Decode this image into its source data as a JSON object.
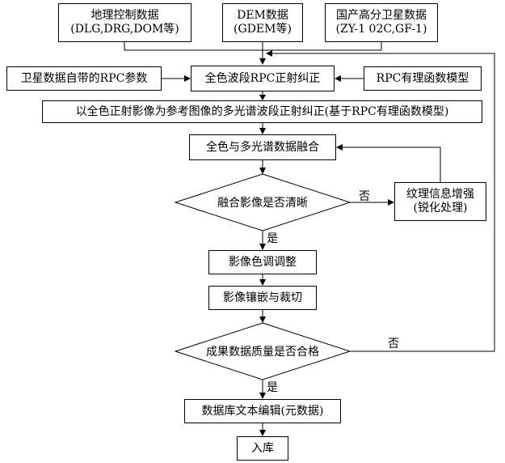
{
  "sources": [
    {
      "line1": "地理控制数据",
      "line2": "(DLG,DRG,DOM等)"
    },
    {
      "line1": "DEM数据",
      "line2": "(GDEM等)"
    },
    {
      "line1": "国产高分卫星数据",
      "line2": "(ZY-1 02C,GF-1)"
    }
  ],
  "rpc_params": "卫星数据自带的RPC参数",
  "pan_ortho": "全色波段RPC正射纠正",
  "rpc_model": "RPC有理函数模型",
  "ms_ortho": "以全色正射影像为参考图像的多光谱波段正射纠正(基于RPC有理函数模型)",
  "fusion": "全色与多光谱数据融合",
  "fusion_check": "融合影像是否清晰",
  "texture": {
    "line1": "纹理信息增强",
    "line2": "(锐化处理)"
  },
  "color_adjust": "影像色调调整",
  "mosaic": "影像镶嵌与裁切",
  "quality_check": "成果数据质量是否合格",
  "metadata": "数据库文本编辑(元数据)",
  "storage": "入库",
  "labels": {
    "yes": "是",
    "no": "否"
  }
}
